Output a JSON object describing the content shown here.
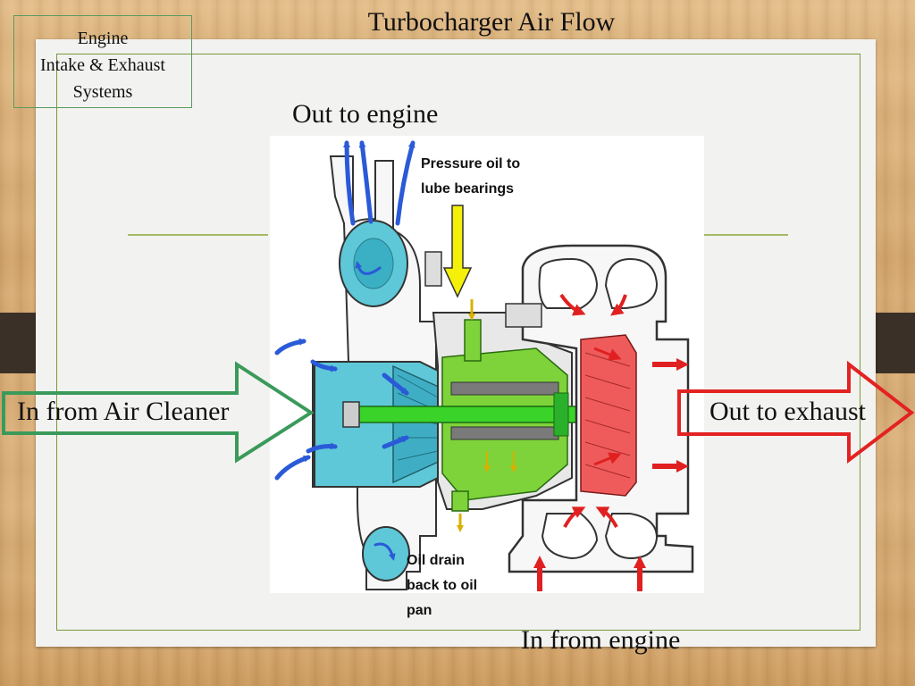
{
  "slide": {
    "topic_lines": [
      "Engine",
      "Intake & Exhaust",
      "Systems"
    ],
    "title": "Turbocharger Air Flow"
  },
  "diagram": {
    "labels": {
      "out_to_engine": "Out to engine",
      "pressure_oil": [
        "Pressure oil to",
        "lube bearings"
      ],
      "in_from_air_cleaner": "In from Air Cleaner",
      "out_to_exhaust": "Out to exhaust",
      "oil_drain": [
        "Oil drain",
        "back to oil",
        "pan"
      ],
      "in_from_engine": "In from engine"
    },
    "colors": {
      "compressor": "#5ec8d8",
      "oil_and_shaft": "#7ed33a",
      "turbine": "#ef5b5b",
      "intake_arrow": "#3a9a5a",
      "exhaust_arrow": "#e32222",
      "pressure_oil_arrow": "#f4f00a",
      "air_flow_arrows": "#2a5ad8",
      "exhaust_flow_arrows": "#e02020"
    }
  }
}
